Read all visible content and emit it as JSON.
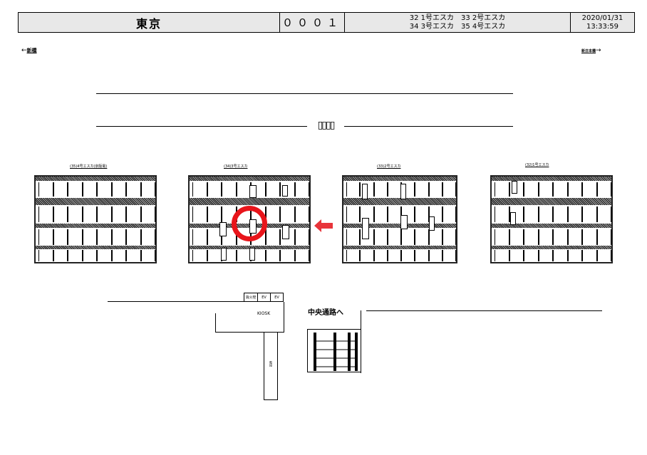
{
  "header": {
    "station": "東京",
    "code": "０００１",
    "escalators_line1": "32 1号エスカ　33 2号エスカ",
    "escalators_line2": "34 3号エスカ　35 4号エスカ",
    "date": "2020/01/31",
    "time": "13:33:59"
  },
  "directions": {
    "left": "新橋",
    "right": "新日本橋"
  },
  "platform": {
    "center_marker": "▯▯▯▯"
  },
  "escalators": [
    {
      "label": "(35)4号エスカ(京阪電)"
    },
    {
      "label": "(34)3号エスカ"
    },
    {
      "label": "(33)2号エスカ"
    },
    {
      "label": "(32)1号エスカ"
    }
  ],
  "kiosk": {
    "name": "KIOSK",
    "boxes": [
      "消火栓",
      "EV",
      "EV"
    ],
    "stairs_label": "階段"
  },
  "labels": {
    "central_passage": "中央通路へ"
  },
  "colors": {
    "highlight": "#e8151b",
    "arrow": "#e8343a"
  }
}
